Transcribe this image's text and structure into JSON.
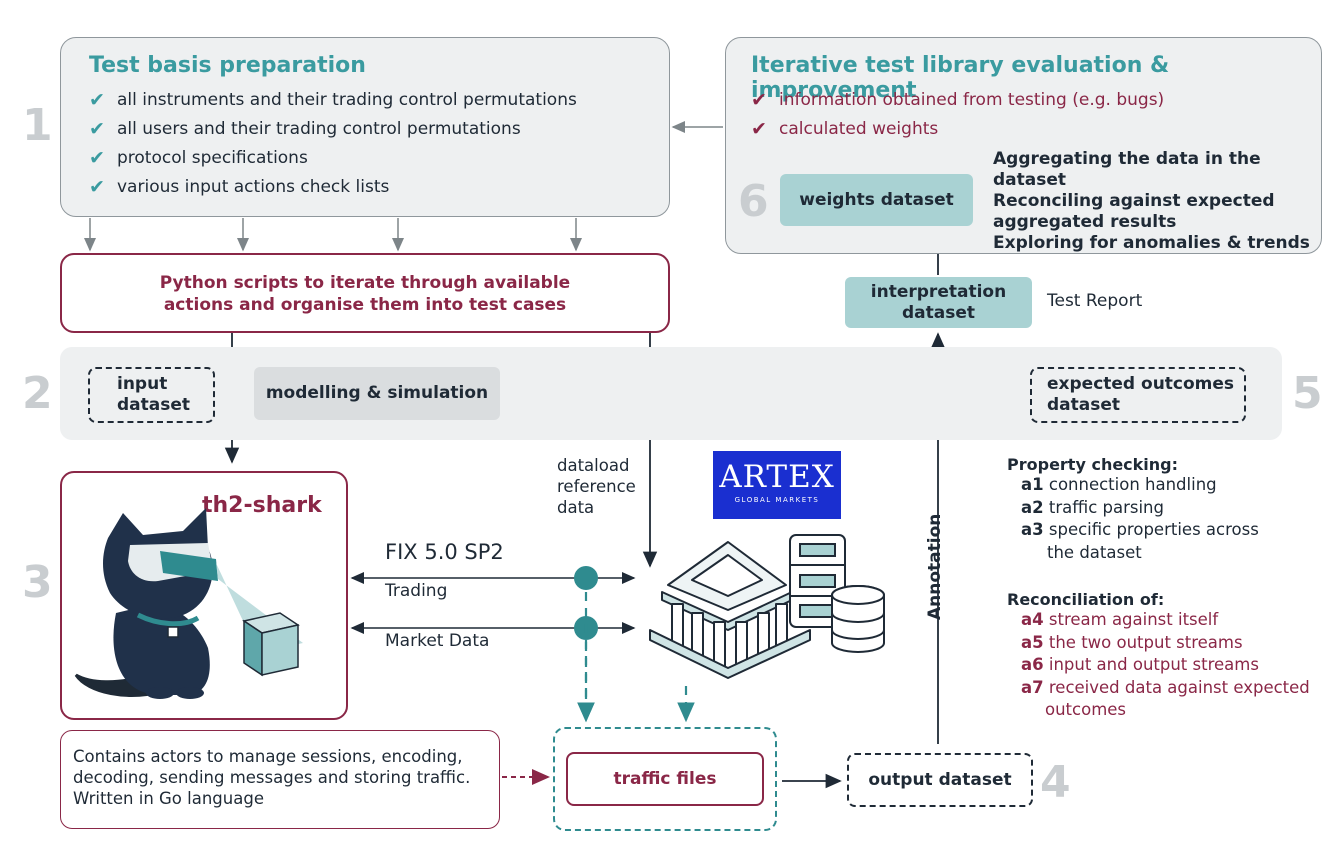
{
  "steps": [
    "1",
    "2",
    "3",
    "4",
    "5",
    "6"
  ],
  "test_basis": {
    "title": "Test basis preparation",
    "items": [
      "all instruments and their trading control permutations",
      "all users and their trading control permutations",
      "protocol specifications",
      "various input actions check lists"
    ]
  },
  "iterative": {
    "title": "Iterative test library evaluation & improvement",
    "items": [
      "information obtained from testing (e.g. bugs)",
      "calculated weights"
    ],
    "weights_label": "weights dataset",
    "notes": [
      "Aggregating the data in the dataset",
      "Reconciling against expected",
      "aggregated results",
      "Exploring for anomalies & trends"
    ]
  },
  "python_box": {
    "line1": "Python scripts to iterate through available",
    "line2": "actions and organise them into test cases"
  },
  "interpretation": {
    "line1": "interpretation",
    "line2": "dataset",
    "report": "Test Report"
  },
  "modelling_band": {
    "input_line1": "input",
    "input_line2": "dataset",
    "modelling": "modelling & simulation",
    "expected_line1": "expected outcomes",
    "expected_line2": "dataset"
  },
  "dataload": [
    "dataload",
    "reference",
    "data"
  ],
  "artex": {
    "name": "ARTEX",
    "sub": "GLOBAL MARKETS"
  },
  "shark": {
    "title": "th2-shark"
  },
  "fix": {
    "protocol": "FIX 5.0 SP2",
    "trading": "Trading",
    "market": "Market Data"
  },
  "annotation": "Annotation",
  "property": {
    "title": "Property checking:",
    "items": [
      {
        "code": "a1",
        "text": "connection handling"
      },
      {
        "code": "a2",
        "text": "traffic parsing"
      },
      {
        "code": "a3",
        "text": "specific properties across"
      }
    ],
    "cont": "the dataset"
  },
  "reconciliation": {
    "title": "Reconciliation of:",
    "items": [
      {
        "code": "a4",
        "text": "stream against itself"
      },
      {
        "code": "a5",
        "text": "the two output streams"
      },
      {
        "code": "a6",
        "text": "input and output streams"
      },
      {
        "code": "a7",
        "text": "received data against expected"
      }
    ],
    "cont": "outcomes"
  },
  "actors": {
    "line1": "Contains actors to manage sessions, encoding,",
    "line2": "decoding, sending messages and storing traffic.",
    "line3": "Written in Go language"
  },
  "traffic": "traffic files",
  "output": "output dataset",
  "colors": {
    "teal": "#3a9ba0",
    "maroon": "#8a2747",
    "navy": "#1f2a36",
    "artex_blue": "#1a2fd0"
  }
}
